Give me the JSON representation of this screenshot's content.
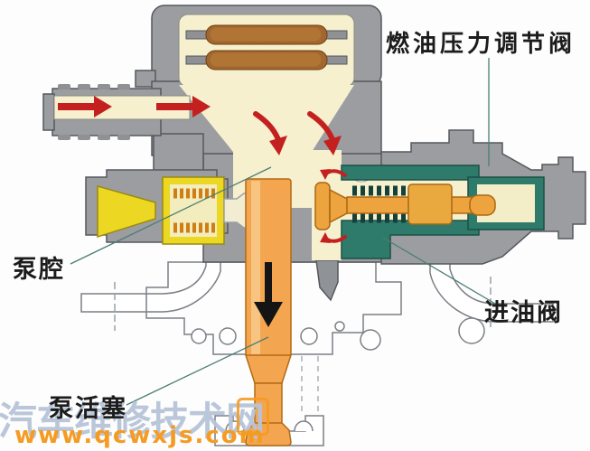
{
  "diagram": {
    "type": "fuel-pump-cross-section",
    "labels": {
      "regulator": "燃油压力调节阀",
      "pump_chamber": "泵腔",
      "inlet_valve": "进油阀",
      "pump_piston": "泵活塞"
    },
    "flow_arrows": {
      "inlet_direction": "right",
      "chamber_direction": "down-right",
      "piston_direction": "down"
    },
    "colors": {
      "housing_gray": "#9b9da1",
      "chamber_cream": "#f6f0cf",
      "spring_brown": "#a2672e",
      "fitting_yellow": "#ecd722",
      "piston_orange": "#f3a64f",
      "valve_teal": "#2e7b6b",
      "arrow_red": "#c42020",
      "outline_gray": "#7b7f85",
      "leader_line": "#4a7d74",
      "label_text": "#1c1c1c"
    }
  },
  "watermark": {
    "site_name": "汽车维修技术网",
    "site_url": "www.qcwxjs.com",
    "name_color": "#b7c4d8",
    "url_color": "#f59b22"
  }
}
